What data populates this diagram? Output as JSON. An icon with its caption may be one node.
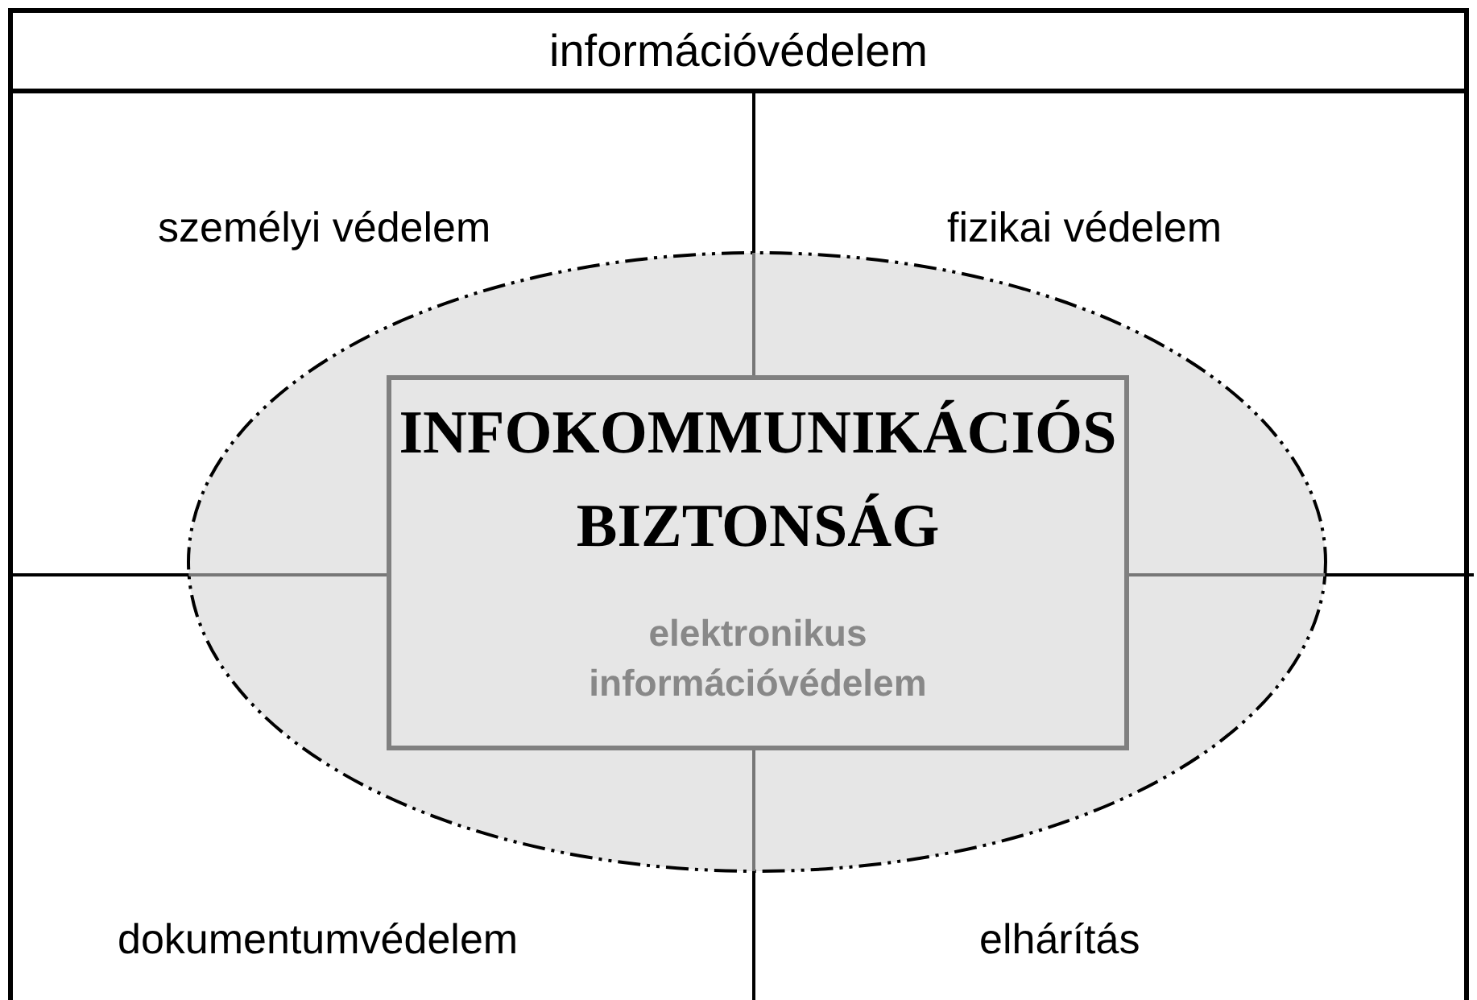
{
  "diagram": {
    "nodes": [
      {
        "text": [
          "információvédelem"
        ]
      },
      {
        "text": [
          "személyi védelem"
        ],
        "in": 0
      },
      {
        "text": [
          "fizikai védelem"
        ],
        "in": 0
      },
      {
        "text": [
          "dokumentumvédelem"
        ],
        "in": 0
      },
      {
        "text": [
          "elhárítás"
        ],
        "in": 0
      },
      {
        "text": [],
        "shape": "ellipse",
        "in": 0
      },
      {
        "text": [
          "INFOKOMMUNIKÁCIÓS BIZTONSÁG",
          "elektronikus információvédelem"
        ],
        "in": 5
      }
    ],
    "edges": []
  }
}
